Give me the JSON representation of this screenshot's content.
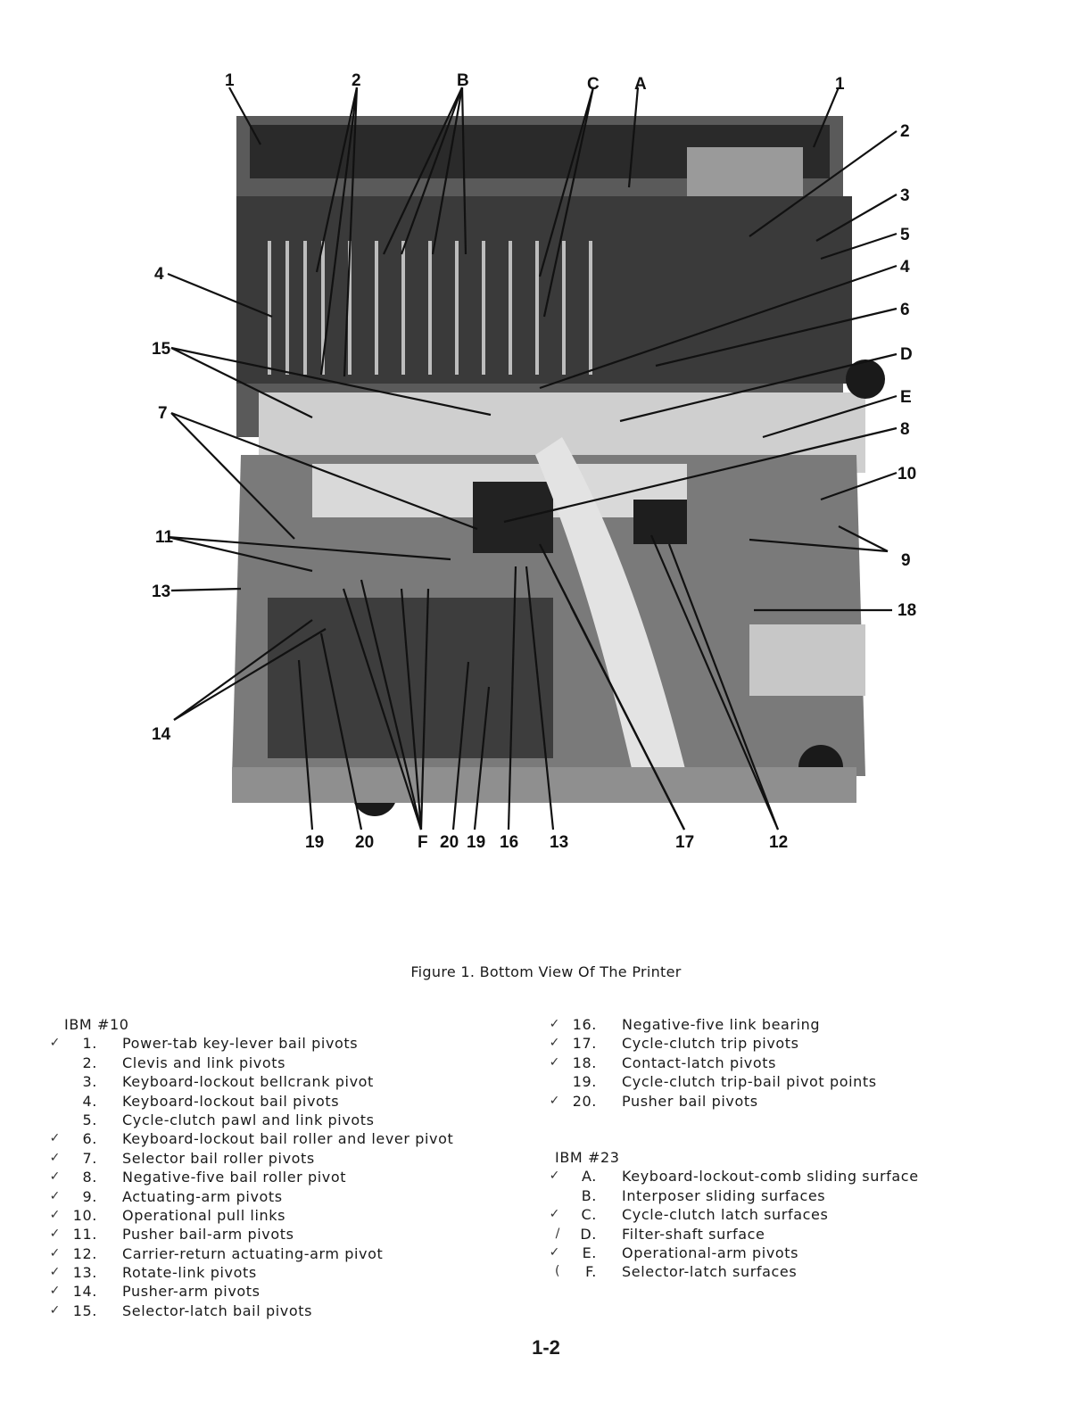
{
  "figure": {
    "callouts": [
      "1",
      "2",
      "B",
      "C",
      "A",
      "1",
      "2",
      "3",
      "5",
      "4",
      "6",
      "D",
      "E",
      "8",
      "10",
      "9",
      "18",
      "4",
      "15",
      "7",
      "11",
      "13",
      "14",
      "19",
      "20",
      "F",
      "20",
      "19",
      "16",
      "13",
      "17",
      "12"
    ]
  },
  "caption": "Figure 1.  Bottom View Of The Printer",
  "left_list": {
    "header": "IBM #10",
    "items": [
      {
        "mark": "✓",
        "num": "1.",
        "text": "Power-tab key-lever bail pivots"
      },
      {
        "mark": "",
        "num": "2.",
        "text": "Clevis and link pivots"
      },
      {
        "mark": "",
        "num": "3.",
        "text": "Keyboard-lockout bellcrank pivot"
      },
      {
        "mark": "",
        "num": "4.",
        "text": "Keyboard-lockout bail pivots"
      },
      {
        "mark": "",
        "num": "5.",
        "text": "Cycle-clutch pawl and link pivots"
      },
      {
        "mark": "✓",
        "num": "6.",
        "text": "Keyboard-lockout bail roller and lever pivot"
      },
      {
        "mark": "✓",
        "num": "7.",
        "text": "Selector bail roller pivots"
      },
      {
        "mark": "✓",
        "num": "8.",
        "text": "Negative-five bail roller pivot"
      },
      {
        "mark": "✓",
        "num": "9.",
        "text": "Actuating-arm pivots"
      },
      {
        "mark": "✓",
        "num": "10.",
        "text": "Operational pull links"
      },
      {
        "mark": "✓",
        "num": "11.",
        "text": "Pusher bail-arm pivots"
      },
      {
        "mark": "✓",
        "num": "12.",
        "text": "Carrier-return actuating-arm pivot"
      },
      {
        "mark": "✓",
        "num": "13.",
        "text": "Rotate-link pivots"
      },
      {
        "mark": "✓",
        "num": "14.",
        "text": "Pusher-arm pivots"
      },
      {
        "mark": "✓",
        "num": "15.",
        "text": "Selector-latch bail pivots"
      }
    ]
  },
  "right_list": {
    "items_top": [
      {
        "mark": "✓",
        "num": "16.",
        "text": "Negative-five link bearing"
      },
      {
        "mark": "✓",
        "num": "17.",
        "text": "Cycle-clutch trip pivots"
      },
      {
        "mark": "✓",
        "num": "18.",
        "text": "Contact-latch pivots"
      },
      {
        "mark": "",
        "num": "19.",
        "text": "Cycle-clutch trip-bail pivot points"
      },
      {
        "mark": "✓",
        "num": "20.",
        "text": "Pusher bail pivots"
      }
    ],
    "header": "IBM #23",
    "items_bottom": [
      {
        "mark": "✓",
        "num": "A.",
        "text": "Keyboard-lockout-comb sliding surface"
      },
      {
        "mark": "",
        "num": "B.",
        "text": "Interposer sliding surfaces"
      },
      {
        "mark": "✓",
        "num": "C.",
        "text": "Cycle-clutch latch surfaces"
      },
      {
        "mark": "/",
        "num": "D.",
        "text": "Filter-shaft surface"
      },
      {
        "mark": "✓",
        "num": "E.",
        "text": "Operational-arm pivots"
      },
      {
        "mark": "(",
        "num": "F.",
        "text": "Selector-latch surfaces"
      }
    ]
  },
  "page_number": "1-2"
}
